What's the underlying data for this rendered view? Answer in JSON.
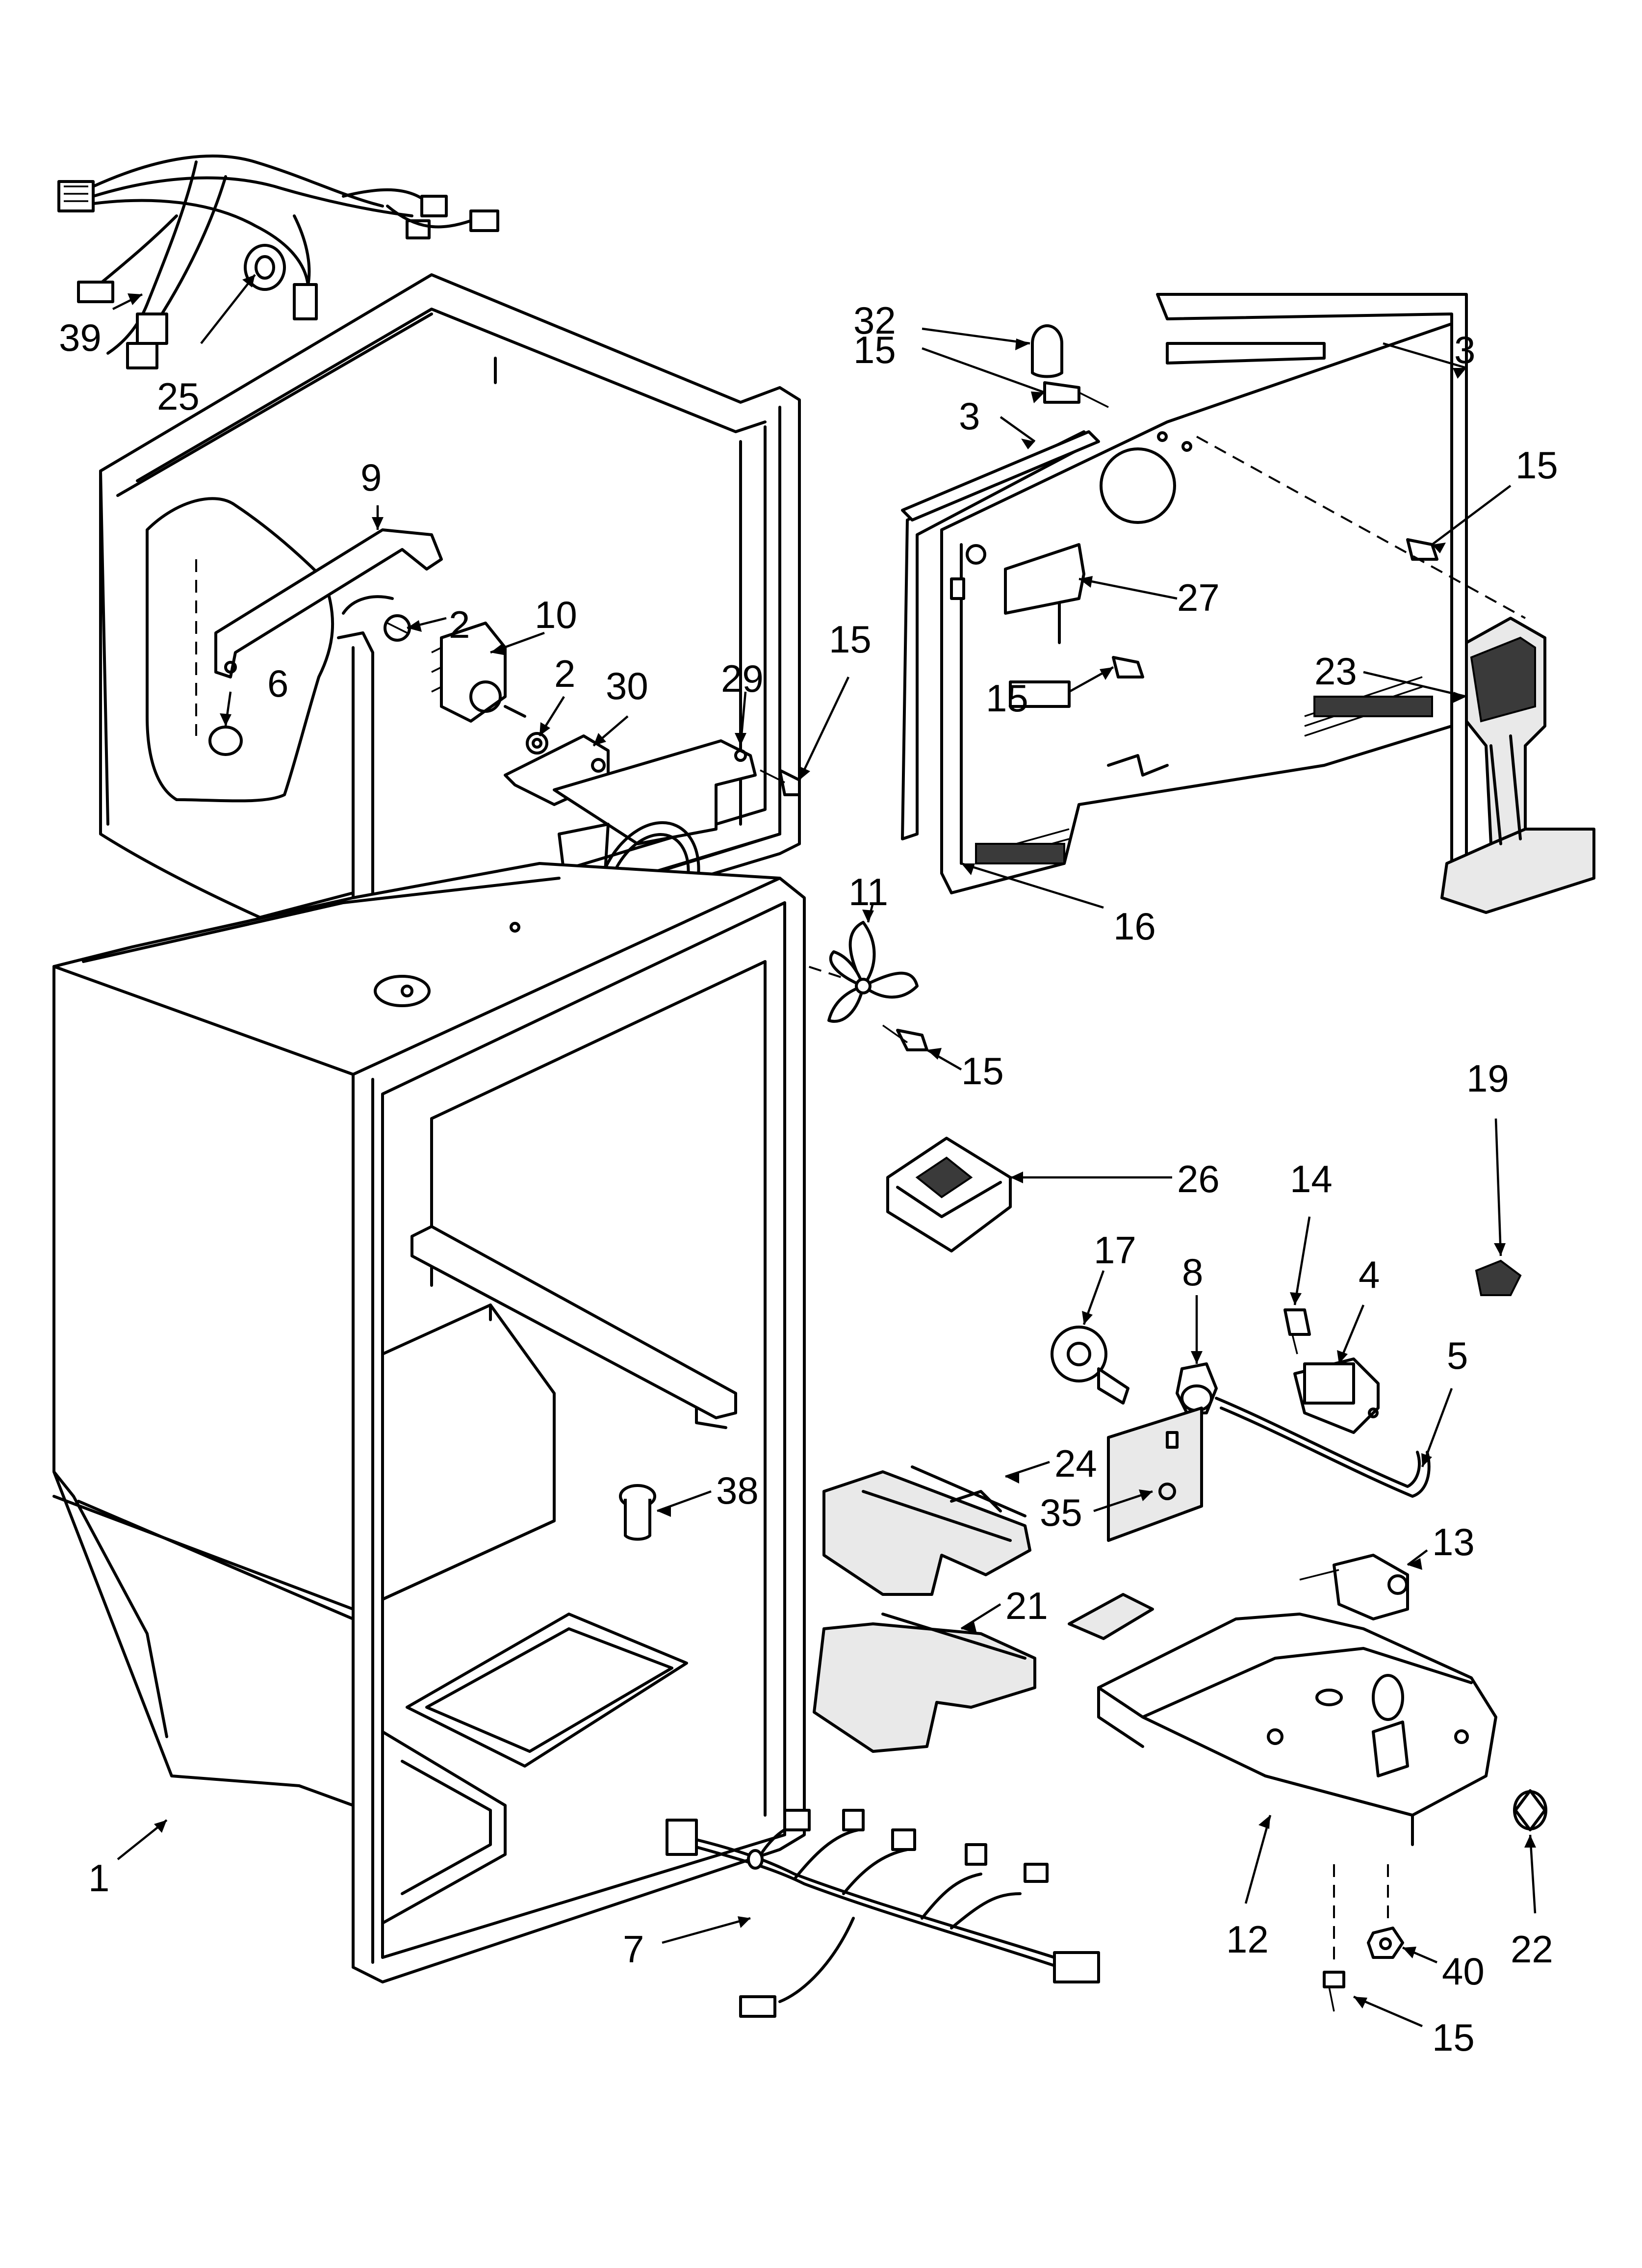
{
  "callouts": [
    {
      "id": "c39",
      "label": "39"
    },
    {
      "id": "c25",
      "label": "25"
    },
    {
      "id": "c9",
      "label": "9"
    },
    {
      "id": "c2a",
      "label": "2"
    },
    {
      "id": "c10",
      "label": "10"
    },
    {
      "id": "c6",
      "label": "6"
    },
    {
      "id": "c2b",
      "label": "2"
    },
    {
      "id": "c30",
      "label": "30"
    },
    {
      "id": "c29",
      "label": "29"
    },
    {
      "id": "c15a",
      "label": "15"
    },
    {
      "id": "c11",
      "label": "11"
    },
    {
      "id": "c15b",
      "label": "15"
    },
    {
      "id": "c32",
      "label": "32"
    },
    {
      "id": "c15c",
      "label": "15"
    },
    {
      "id": "c3a",
      "label": "3"
    },
    {
      "id": "c3b",
      "label": "3"
    },
    {
      "id": "c15d",
      "label": "15"
    },
    {
      "id": "c27",
      "label": "27"
    },
    {
      "id": "c15e",
      "label": "15"
    },
    {
      "id": "c23",
      "label": "23"
    },
    {
      "id": "c16",
      "label": "16"
    },
    {
      "id": "c19",
      "label": "19"
    },
    {
      "id": "c26",
      "label": "26"
    },
    {
      "id": "c14",
      "label": "14"
    },
    {
      "id": "c17",
      "label": "17"
    },
    {
      "id": "c8",
      "label": "8"
    },
    {
      "id": "c4",
      "label": "4"
    },
    {
      "id": "c5",
      "label": "5"
    },
    {
      "id": "c24",
      "label": "24"
    },
    {
      "id": "c38",
      "label": "38"
    },
    {
      "id": "c35",
      "label": "35"
    },
    {
      "id": "c13",
      "label": "13"
    },
    {
      "id": "c21",
      "label": "21"
    },
    {
      "id": "c1",
      "label": "1"
    },
    {
      "id": "c7",
      "label": "7"
    },
    {
      "id": "c12",
      "label": "12"
    },
    {
      "id": "c22",
      "label": "22"
    },
    {
      "id": "c40",
      "label": "40"
    },
    {
      "id": "c15f",
      "label": "15"
    }
  ]
}
